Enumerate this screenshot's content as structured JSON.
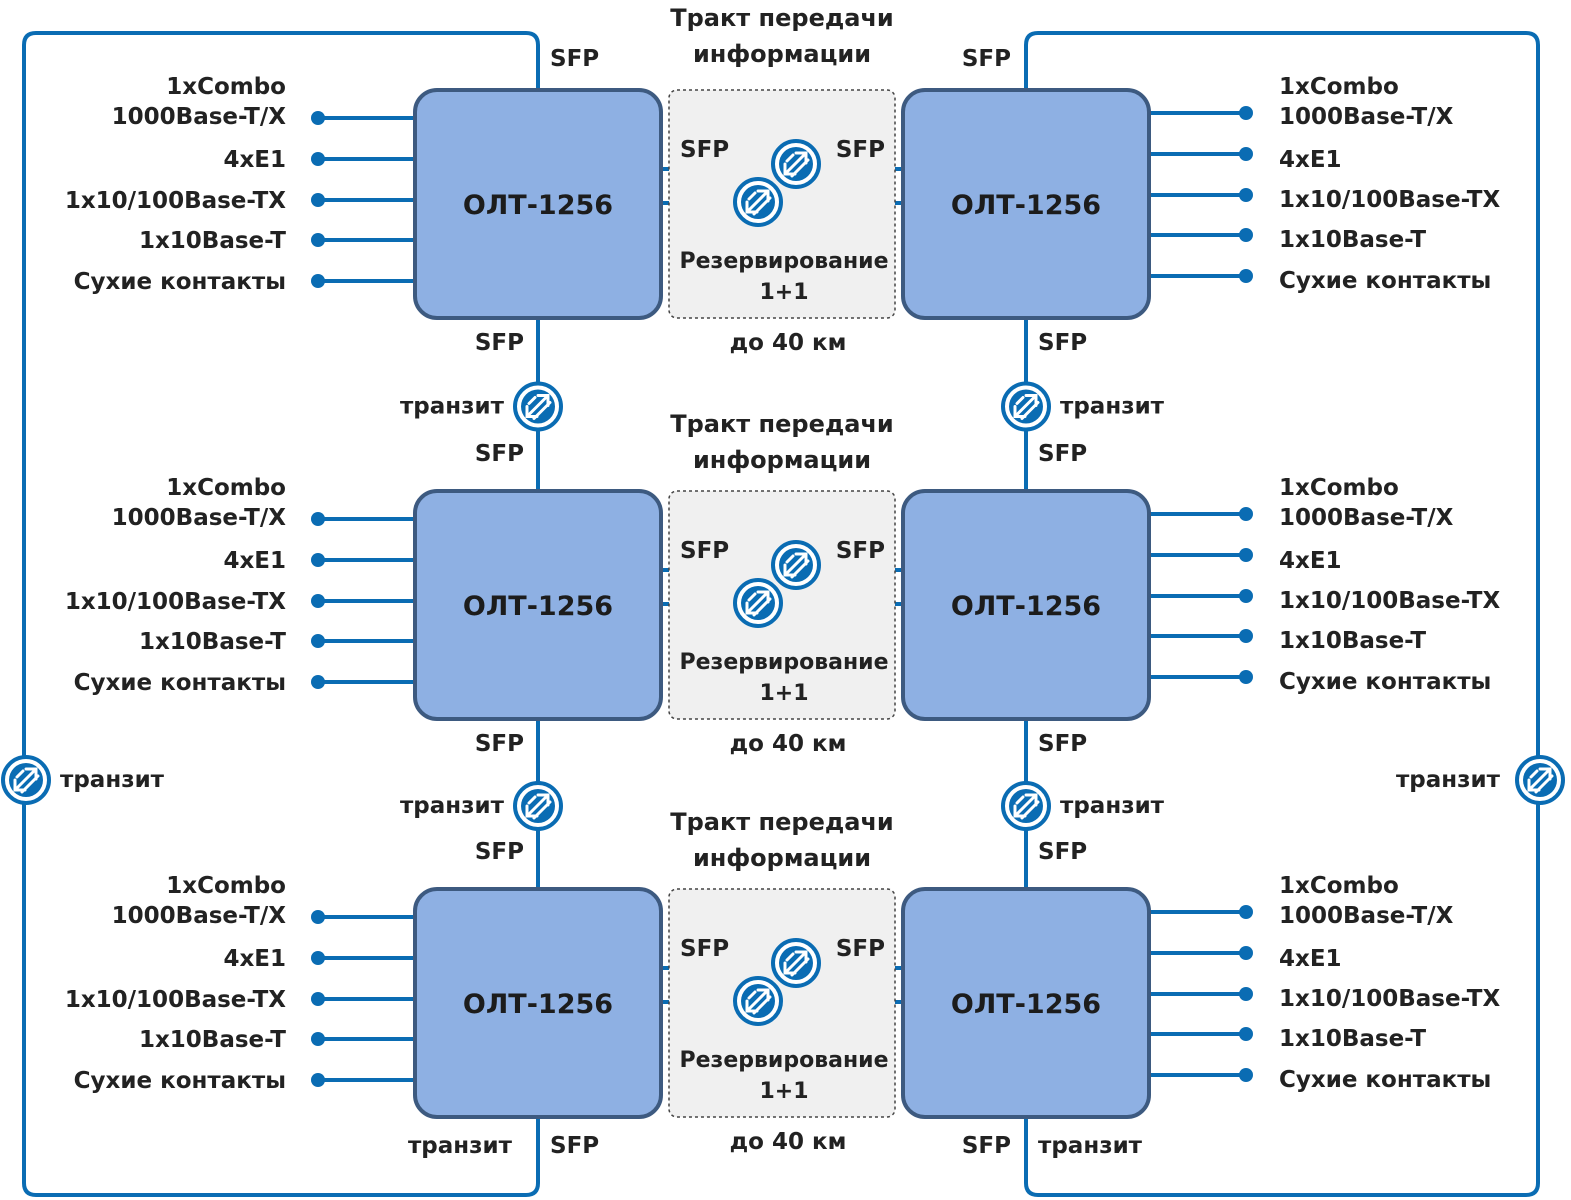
{
  "colors": {
    "line": "#0a6cb3",
    "node_fill": "#8eb0e3",
    "node_stroke": "#3d5a80",
    "link_fill": "#f0f0f0"
  },
  "icons": {
    "transit_node": "optical-transceiver-icon"
  },
  "node_name": "ОЛТ-1256",
  "ports": [
    "1xCombo",
    "1000Base-T/X",
    "4xE1",
    "1x10/100Base-TX",
    "1x10Base-T",
    "Сухие контакты"
  ],
  "sfp": "SFP",
  "transit": "транзит",
  "link": {
    "title_line1": "Тракт передачи",
    "title_line2": "информации",
    "redundancy_line1": "Резервирование",
    "redundancy_line2": "1+1",
    "distance": "до 40 км"
  }
}
